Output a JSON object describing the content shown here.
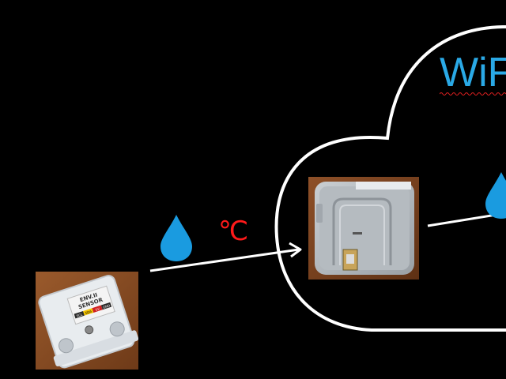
{
  "cloud": {
    "label": "WiFi",
    "label_color": "#2aa9e6"
  },
  "arrow_1": {
    "label": "℃",
    "label_color": "#ff1a1a",
    "icon": "water-drop-icon"
  },
  "arrow_2": {
    "icon": "water-drop-icon"
  },
  "sensor": {
    "label_lines": [
      "ENV.II",
      "SENSOR"
    ],
    "pins": [
      "SCL",
      "SDA",
      "5V",
      "GND"
    ]
  },
  "colors": {
    "background": "#000000",
    "line": "#ffffff",
    "drop": "#1a9be0",
    "temperature": "#ff1a1a"
  }
}
